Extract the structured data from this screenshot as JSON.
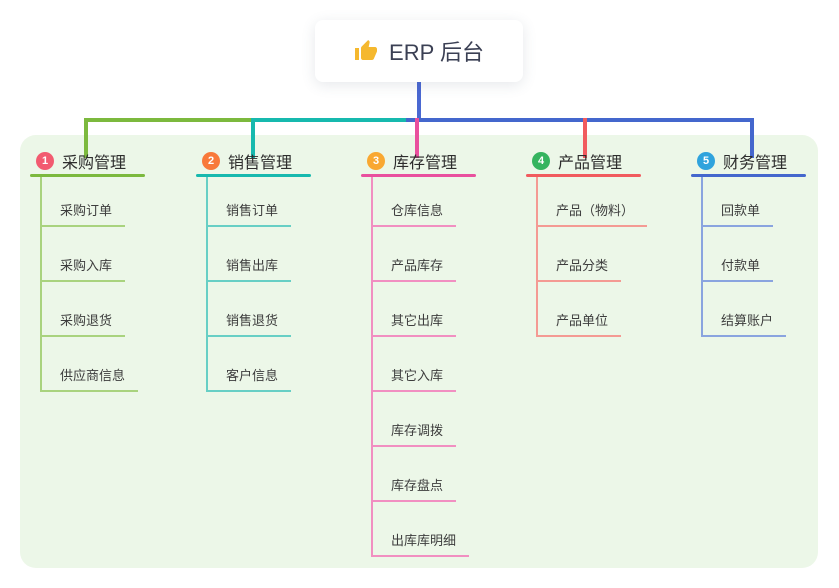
{
  "root": {
    "label": "ERP 后台",
    "icon": "thumbs-up-icon",
    "icon_color": "#f5b82e",
    "stem_color": "#4a68d2"
  },
  "board": {
    "background": "#ecf7e8"
  },
  "branches": [
    {
      "index": "1",
      "label": "采购管理",
      "badge_color": "#f25b70",
      "line_color": "#7cb93e",
      "light_line_color": "#a9d37e",
      "items": [
        "采购订单",
        "采购入库",
        "采购退货",
        "供应商信息"
      ]
    },
    {
      "index": "2",
      "label": "销售管理",
      "badge_color": "#f8793a",
      "line_color": "#17b9ae",
      "light_line_color": "#67cfc5",
      "items": [
        "销售订单",
        "销售出库",
        "销售退货",
        "客户信息"
      ]
    },
    {
      "index": "3",
      "label": "库存管理",
      "badge_color": "#f9a832",
      "line_color": "#e9509e",
      "light_line_color": "#f18fc1",
      "items": [
        "仓库信息",
        "产品库存",
        "其它出库",
        "其它入库",
        "库存调拨",
        "库存盘点",
        "出库库明细"
      ]
    },
    {
      "index": "4",
      "label": "产品管理",
      "badge_color": "#35b45f",
      "line_color": "#f15b5e",
      "light_line_color": "#f49a93",
      "items": [
        "产品（物料）",
        "产品分类",
        "产品单位"
      ]
    },
    {
      "index": "5",
      "label": "财务管理",
      "badge_color": "#2fa3dd",
      "line_color": "#4467cd",
      "light_line_color": "#8aa4df",
      "items": [
        "回款单",
        "付款单",
        "结算账户"
      ]
    }
  ]
}
